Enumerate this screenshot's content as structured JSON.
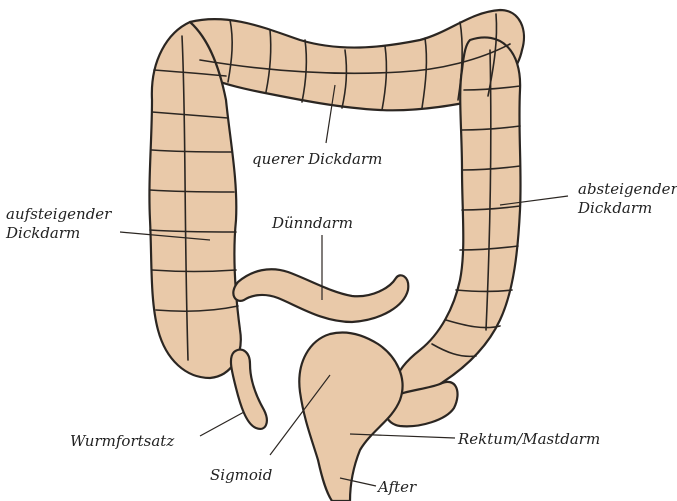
{
  "labels": {
    "transverse": "querer Dickdarm",
    "ascending": [
      "aufsteigender",
      "Dickdarm"
    ],
    "descending": [
      "absteigender",
      "Dickdarm"
    ],
    "small_intestine": "Dünndarm",
    "appendix": "Wurmfortsatz",
    "sigmoid": "Sigmoid",
    "rectum": "Rektum/Mastdarm",
    "anus": "After"
  },
  "colors": {
    "tissue": "#e9c9a9",
    "tissue_light": "#f3dcc4",
    "tissue_dark": "#cfa07a",
    "outline": "#2b2622"
  }
}
